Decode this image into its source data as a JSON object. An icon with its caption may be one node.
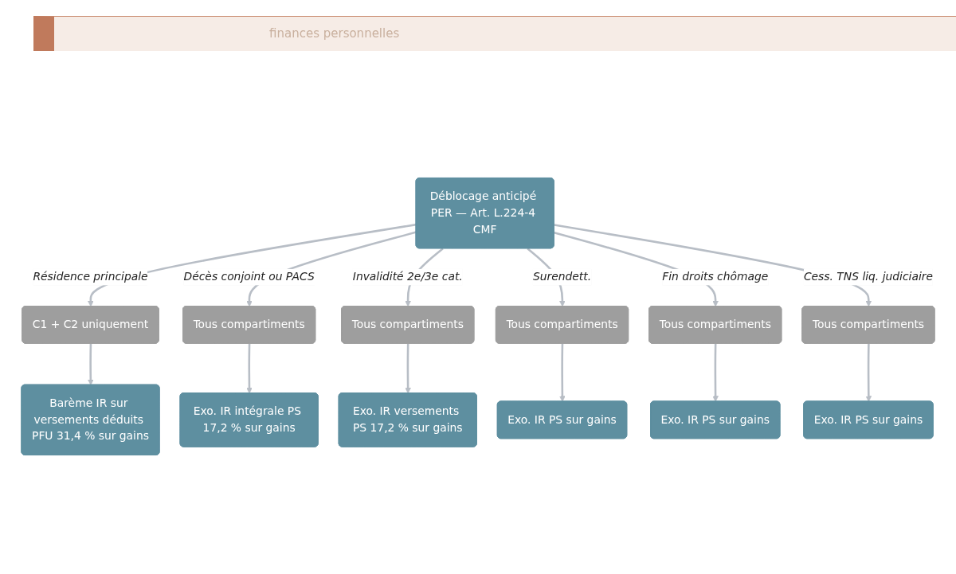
{
  "diagram": {
    "nodes": [
      {
        "text": [
          "Déblocage anticipé PER — Art. L.224-4 CMF"
        ]
      },
      {
        "text": [
          "C1 + C2 uniquement"
        ]
      },
      {
        "text": [
          "Tous compartiments"
        ]
      },
      {
        "text": [
          "Tous compartiments"
        ]
      },
      {
        "text": [
          "Tous compartiments"
        ]
      },
      {
        "text": [
          "Tous compartiments"
        ]
      },
      {
        "text": [
          "Tous compartiments"
        ]
      },
      {
        "text": [
          "Barème IR sur versements déduits PFU 31,4 % sur gains"
        ]
      },
      {
        "text": [
          "Exo. IR intégrale PS 17,2 % sur gains"
        ]
      },
      {
        "text": [
          "Exo. IR versements PS 17,2 % sur gains"
        ]
      },
      {
        "text": [
          "Exo. IR PS sur gains"
        ]
      },
      {
        "text": [
          "Exo. IR PS sur gains"
        ]
      },
      {
        "text": [
          "Exo. IR PS sur gains"
        ]
      }
    ],
    "edges": [
      {
        "from": 0,
        "to": 1,
        "arrow": "to",
        "label": "Résidence principale"
      },
      {
        "from": 0,
        "to": 2,
        "arrow": "to",
        "label": "Décès conjoint ou PACS"
      },
      {
        "from": 0,
        "to": 3,
        "arrow": "to",
        "label": "Invalidité 2e/3e cat."
      },
      {
        "from": 0,
        "to": 4,
        "arrow": "to",
        "label": "Surendett."
      },
      {
        "from": 0,
        "to": 5,
        "arrow": "to",
        "label": "Fin droits chômage"
      },
      {
        "from": 0,
        "to": 6,
        "arrow": "to",
        "label": "Cess. TNS liq. judiciaire"
      },
      {
        "from": 1,
        "to": 7,
        "arrow": "to"
      },
      {
        "from": 2,
        "to": 8,
        "arrow": "to"
      },
      {
        "from": 3,
        "to": 9,
        "arrow": "to"
      },
      {
        "from": 4,
        "to": 10,
        "arrow": "to"
      },
      {
        "from": 5,
        "to": 11,
        "arrow": "to"
      },
      {
        "from": 6,
        "to": 12,
        "arrow": "to"
      }
    ],
    "labels": [
      "finances personnelles"
    ]
  }
}
